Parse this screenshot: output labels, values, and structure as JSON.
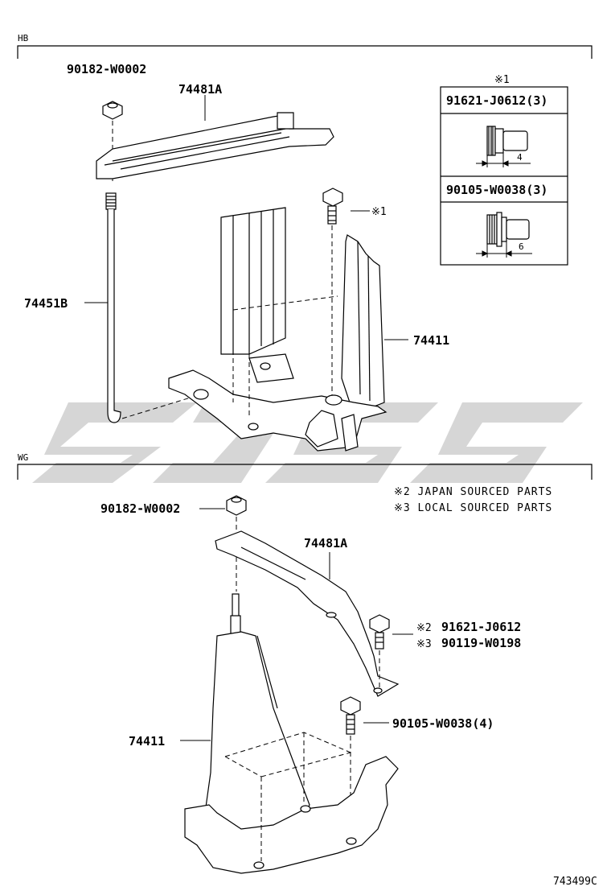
{
  "sections": {
    "hb": "HB",
    "wg": "WG"
  },
  "hb_labels": {
    "nut": "90182-W0002",
    "clamp": "74481A",
    "rod": "74451B",
    "tray": "74411",
    "bolt_mark": "※1"
  },
  "inset": {
    "header": "※1",
    "row1_part": "91621-J0612(3)",
    "row1_dim": "4",
    "row2_part": "90105-W0038(3)",
    "row2_dim": "6"
  },
  "wg_labels": {
    "nut": "90182-W0002",
    "clamp": "74481A",
    "bolt_mark_japan": "※2",
    "bolt_japan": "91621-J0612",
    "bolt_mark_local": "※3",
    "bolt_local": "90119-W0198",
    "bolt2": "90105-W0038(4)",
    "tray": "74411"
  },
  "notes": {
    "japan": "※2 JAPAN SOURCED PARTS",
    "local": "※3 LOCAL SOURCED PARTS"
  },
  "footer": {
    "diagram_code": "743499C"
  },
  "colors": {
    "ink": "#000000",
    "watermark": "#c8c8c8"
  }
}
